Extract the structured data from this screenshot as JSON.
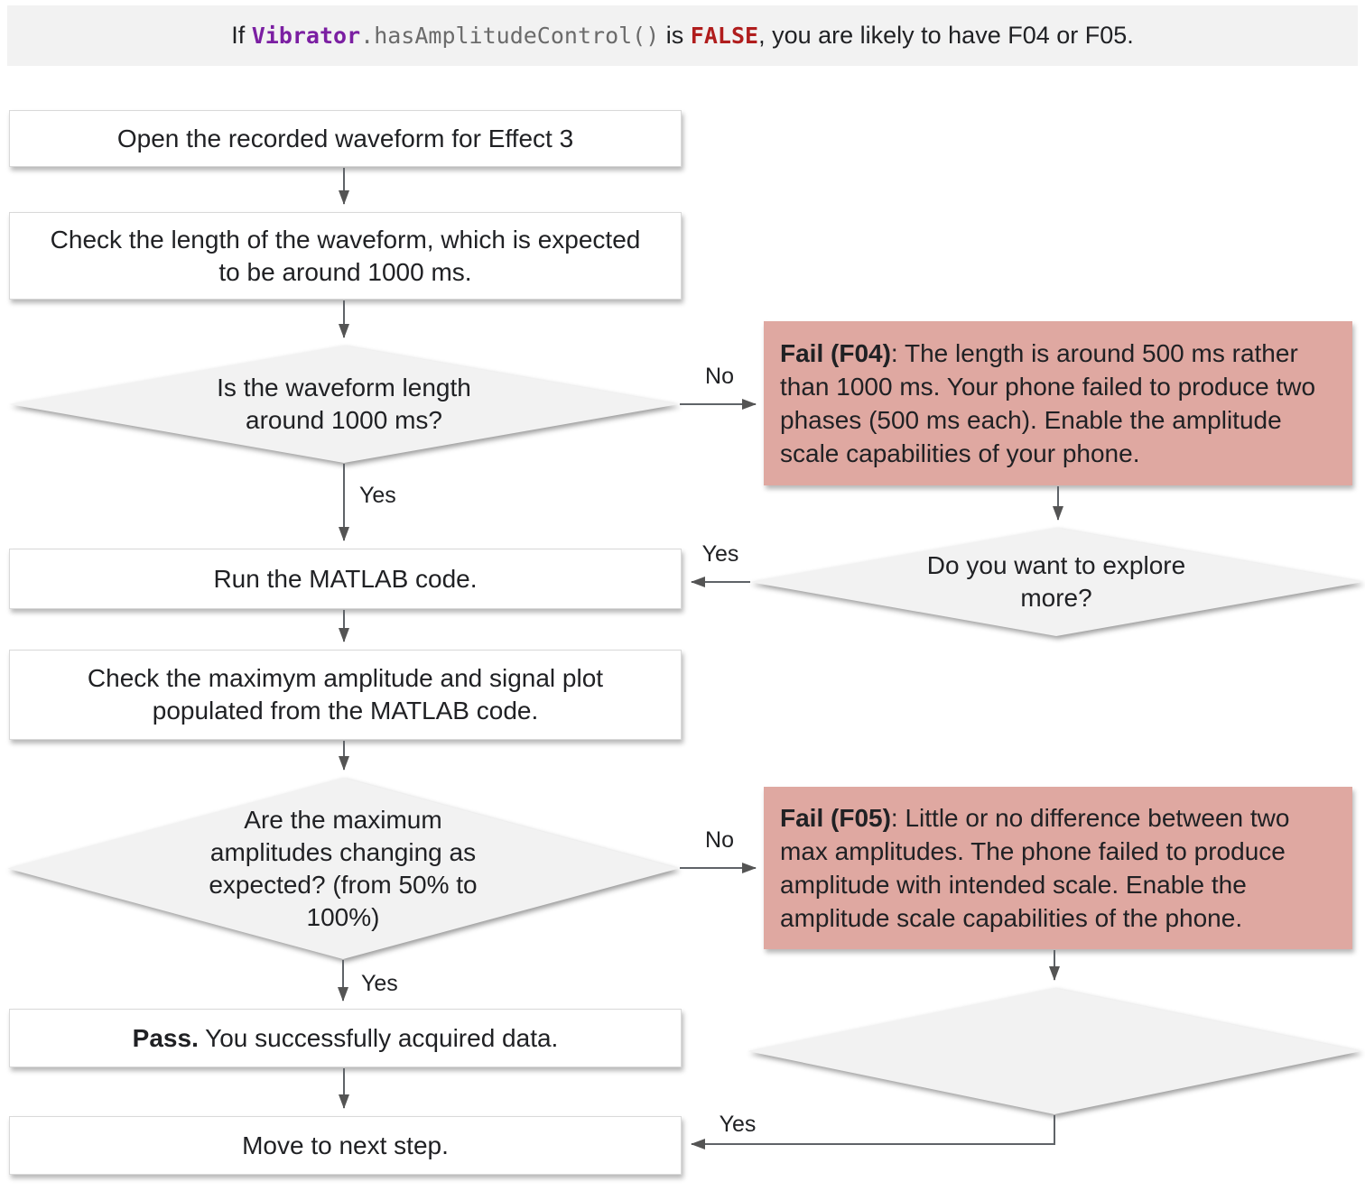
{
  "banner": {
    "prefix": "If ",
    "code_class": "Vibrator",
    "code_method": ".hasAmplitudeControl()",
    "middle": " is ",
    "code_value": "FALSE",
    "suffix": ", you are likely to have F04 or F05."
  },
  "flowchart": {
    "nodes": {
      "open_waveform": "Open the recorded waveform for Effect 3",
      "check_length": "Check the length of the waveform, which is expected to be around 1000 ms.",
      "length_question": "Is the waveform length around 1000 ms?",
      "f04_title": "Fail (F04)",
      "f04_body": ": The length is around 500 ms rather than 1000 ms. Your phone failed to produce two phases (500 ms each). Enable the amplitude scale capabilities of your phone.",
      "explore_more_1": "Do you want to explore more?",
      "run_matlab": "Run the MATLAB code.",
      "check_amplitude": "Check the maximym amplitude and signal plot populated from the MATLAB code.",
      "amplitude_question": "Are the maximum amplitudes changing as expected? (from 50% to 100%)",
      "f05_title": "Fail (F05)",
      "f05_body": ": Little or no difference between two max amplitudes. The phone failed to produce amplitude with intended scale. Enable the amplitude scale capabilities of the phone.",
      "pass_title": "Pass.",
      "pass_body": " You successfully acquired data.",
      "move_next": "Move to next step."
    },
    "edge_labels": {
      "no_1": "No",
      "yes_1": "Yes",
      "explore_1_yes": "Yes",
      "no_2": "No",
      "yes_2": "Yes",
      "explore_2_yes": "Yes"
    }
  },
  "colors": {
    "banner_bg": "#f2f2f2",
    "box_bg": "#ffffff",
    "box_border": "#d9d9d9",
    "fail_bg": "#dfa8a1",
    "diamond_bg": "#f2f2f2",
    "arrow": "#5f6368",
    "text": "#202124",
    "code_purple": "#7b1fa2",
    "code_gray": "#6b6b6b",
    "code_red": "#b01d1d"
  }
}
